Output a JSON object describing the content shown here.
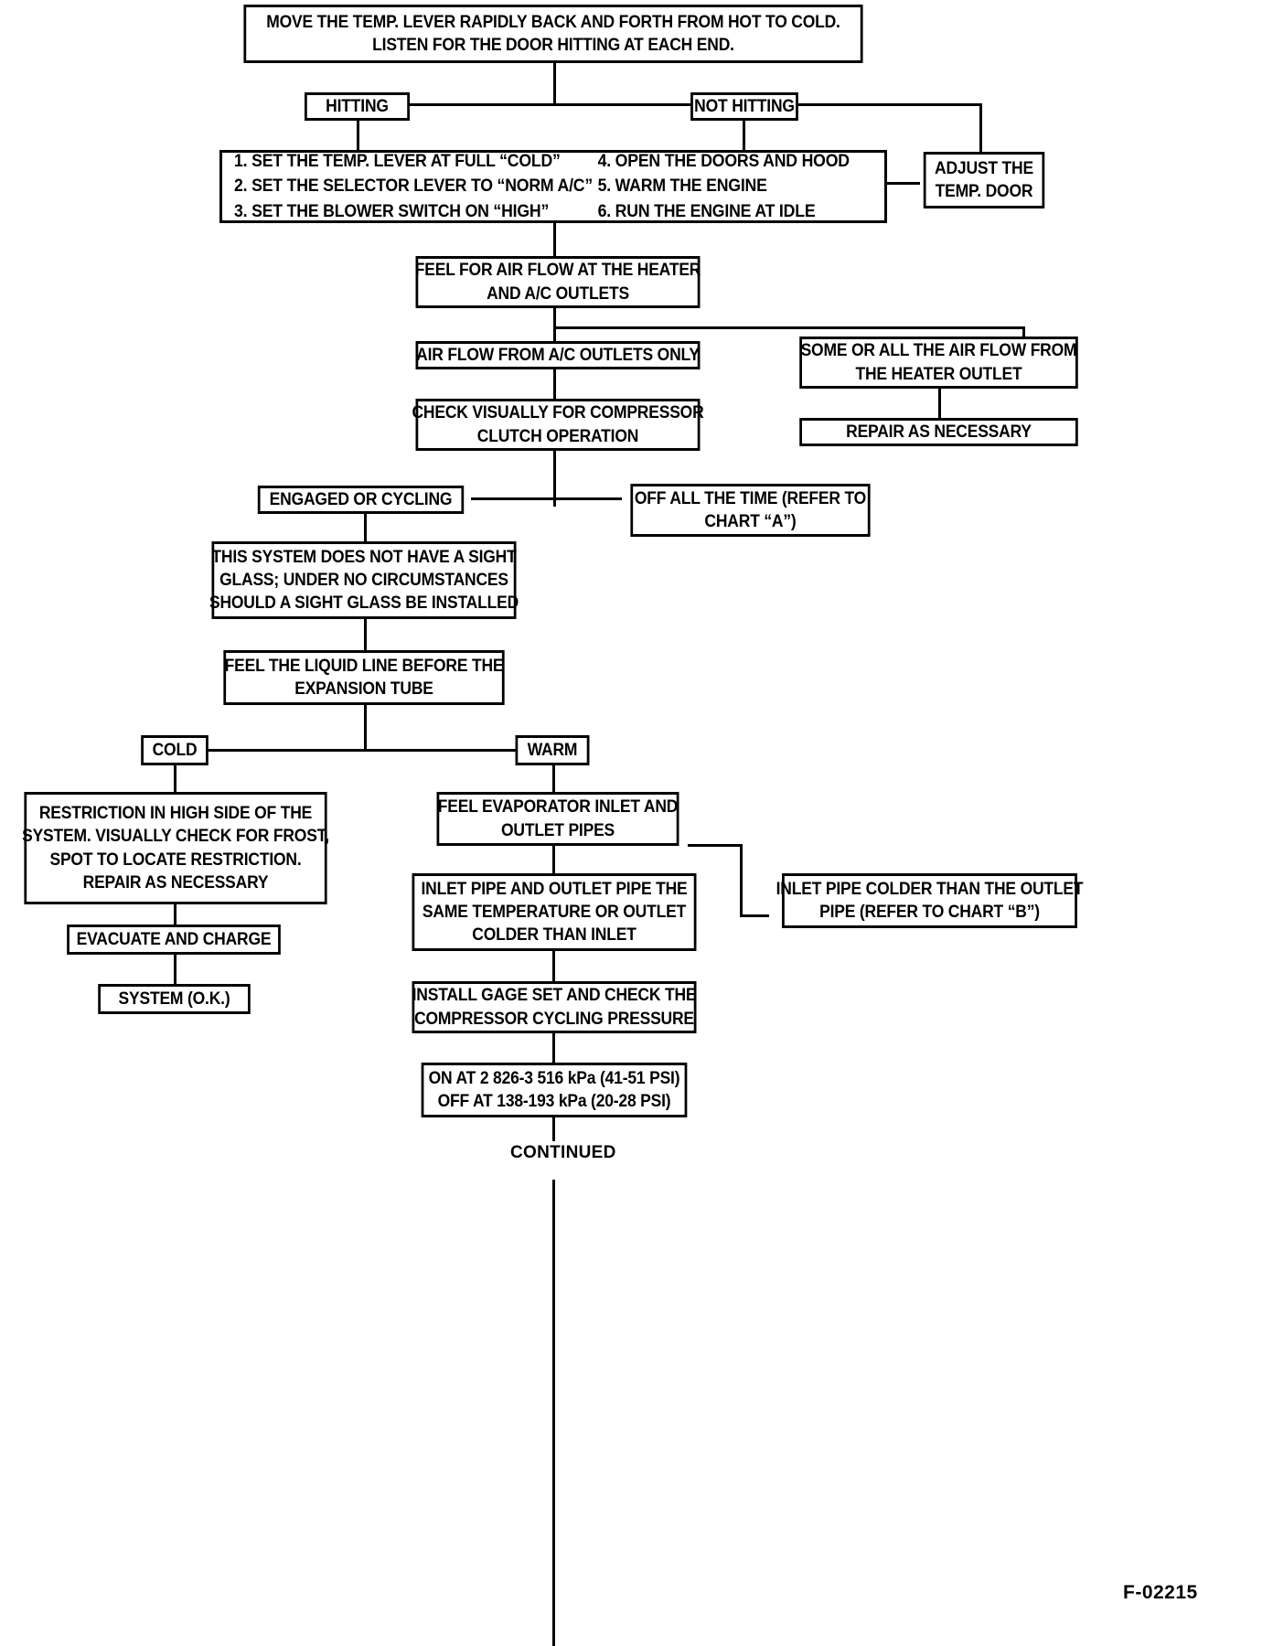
{
  "figure": {
    "code": "F-02215",
    "continued_label": "CONTINUED"
  },
  "nodes": {
    "start": {
      "line1": "MOVE THE TEMP. LEVER RAPIDLY BACK AND FORTH FROM HOT TO COLD.",
      "line2": "LISTEN FOR THE DOOR HITTING AT EACH END."
    },
    "hitting": {
      "line1": "HITTING"
    },
    "not_hitting": {
      "line1": "NOT HITTING"
    },
    "adjust_temp_door": {
      "line1": "ADJUST THE",
      "line2": "TEMP. DOOR"
    },
    "steps": {
      "left": [
        "1. SET THE TEMP. LEVER AT FULL “COLD”",
        "2. SET THE SELECTOR LEVER TO “NORM A/C”",
        "3. SET THE BLOWER SWITCH ON “HIGH”"
      ],
      "right": [
        "4. OPEN THE DOORS AND HOOD",
        "5. WARM THE ENGINE",
        "6. RUN THE ENGINE AT IDLE"
      ]
    },
    "feel_air_flow": {
      "line1": "FEEL FOR AIR FLOW AT THE HEATER",
      "line2": "AND A/C OUTLETS"
    },
    "ac_outlets_only": {
      "line1": "AIR FLOW FROM A/C OUTLETS ONLY"
    },
    "heater_outlet_flow": {
      "line1": "SOME OR ALL THE AIR FLOW FROM",
      "line2": "THE HEATER OUTLET"
    },
    "repair_as_necessary": {
      "line1": "REPAIR AS  NECESSARY"
    },
    "check_clutch": {
      "line1": "CHECK VISUALLY FOR COMPRESSOR",
      "line2": "CLUTCH OPERATION"
    },
    "engaged_or_cycling": {
      "line1": "ENGAGED OR CYCLING"
    },
    "off_all_time": {
      "line1": "OFF ALL THE TIME (REFER TO",
      "line2": "CHART “A”)"
    },
    "no_sight_glass": {
      "line1": "THIS SYSTEM DOES NOT HAVE A SIGHT",
      "line2": "GLASS; UNDER NO CIRCUMSTANCES",
      "line3": "SHOULD A SIGHT GLASS BE INSTALLED"
    },
    "feel_liquid_line": {
      "line1": "FEEL THE LIQUID LINE BEFORE THE",
      "line2": "EXPANSION TUBE"
    },
    "cold": {
      "line1": "COLD"
    },
    "warm": {
      "line1": "WARM"
    },
    "restriction": {
      "line1": "RESTRICTION IN HIGH SIDE OF THE",
      "line2": "SYSTEM. VISUALLY CHECK FOR FROST,",
      "line3": "SPOT TO LOCATE RESTRICTION.",
      "line4": "REPAIR AS NECESSARY"
    },
    "evacuate_charge": {
      "line1": "EVACUATE AND CHARGE"
    },
    "system_ok": {
      "line1": "SYSTEM (O.K.)"
    },
    "feel_evap_pipes": {
      "line1": "FEEL EVAPORATOR INLET AND",
      "line2": "OUTLET PIPES"
    },
    "same_temp": {
      "line1": "INLET PIPE AND OUTLET PIPE THE",
      "line2": "SAME TEMPERATURE OR OUTLET",
      "line3": "COLDER THAN INLET"
    },
    "inlet_colder": {
      "line1": "INLET PIPE COLDER THAN THE OUTLET",
      "line2": "PIPE (REFER TO CHART “B”)"
    },
    "install_gage": {
      "line1": "INSTALL GAGE SET AND CHECK THE",
      "line2": "COMPRESSOR CYCLING PRESSURE"
    },
    "pressures": {
      "line1": "ON AT 2 826-3 516 kPa (41-51 PSI)",
      "line2": "OFF AT 138-193 kPa (20-28 PSI)"
    }
  }
}
